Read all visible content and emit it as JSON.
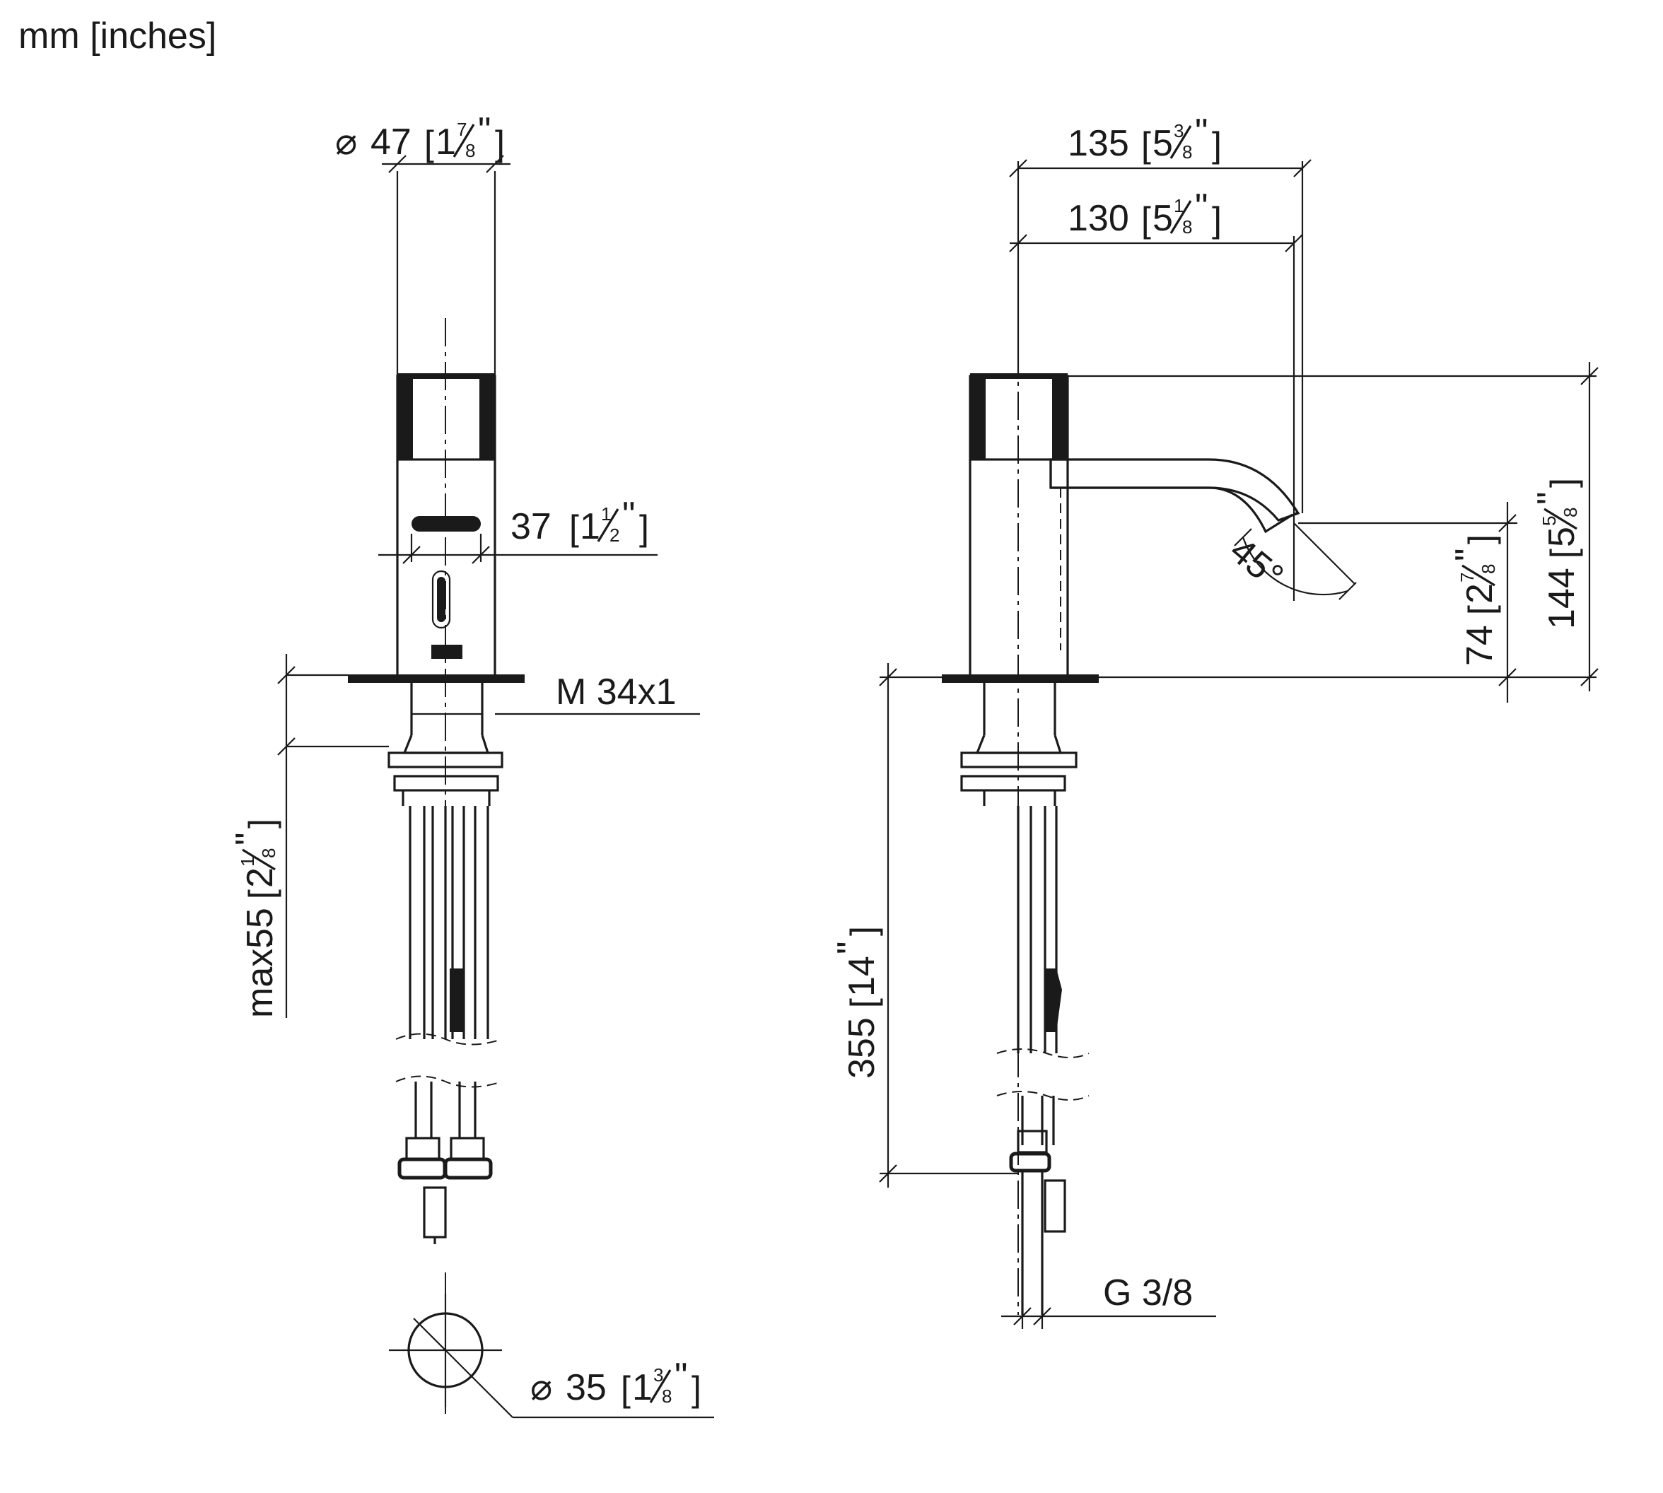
{
  "units_label": "mm [inches]",
  "front_view": {
    "body_diameter": {
      "symbol": "⌀",
      "mm": "47",
      "whole": "1",
      "num": "7",
      "den": "8",
      "quote": "\""
    },
    "sensor_width": {
      "mm": "37",
      "whole": "1",
      "num": "1",
      "den": "2",
      "quote": "\""
    },
    "thread": "M 34x1",
    "max_thickness": {
      "prefix": "max.",
      "mm": "55",
      "whole": "2",
      "num": "1",
      "den": "8",
      "quote": "\""
    },
    "hole_diameter": {
      "symbol": "⌀",
      "mm": "35",
      "whole": "1",
      "num": "3",
      "den": "8",
      "quote": "\""
    }
  },
  "side_view": {
    "overall_depth": {
      "mm": "135",
      "whole": "5",
      "num": "3",
      "den": "8",
      "quote": "\""
    },
    "spout_reach": {
      "mm": "130",
      "whole": "5",
      "num": "1",
      "den": "8",
      "quote": "\""
    },
    "total_height": {
      "mm": "144",
      "whole": "5",
      "num": "5",
      "den": "8",
      "quote": "\""
    },
    "spout_height": {
      "mm": "74",
      "whole": "2",
      "num": "7",
      "den": "8",
      "quote": "\""
    },
    "spout_angle": "45°",
    "hose_length": {
      "mm": "355",
      "whole": "14",
      "quote": "\""
    },
    "connection": "G 3/8"
  }
}
